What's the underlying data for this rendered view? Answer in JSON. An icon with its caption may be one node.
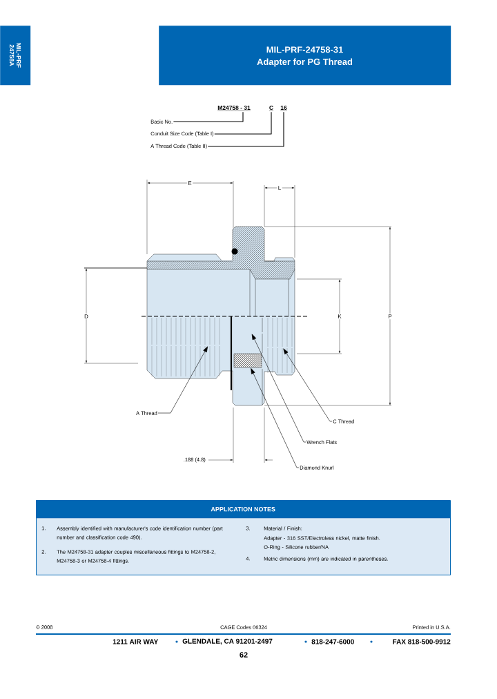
{
  "diagram": {
    "nodes": [
      {
        "text": [
          "MIL-PRF-24758-31",
          "Adapter for PG Thread"
        ]
      },
      {
        "text": [
          "M24758 - 31"
        ]
      },
      {
        "text": [
          "C"
        ]
      },
      {
        "text": [
          "16"
        ]
      },
      {
        "text": [
          "Basic No."
        ]
      },
      {
        "text": [
          "Conduit Size Code (Table I)"
        ]
      },
      {
        "text": [
          "A Thread Code (Table II)"
        ]
      },
      {
        "text": [
          "A Thread"
        ]
      },
      {
        "text": [
          "C Thread"
        ]
      },
      {
        "text": [
          "Wrench Flats"
        ]
      },
      {
        "text": [
          "Diamond Knurl"
        ]
      },
      {
        "text": [
          "APPLICATION NOTES",
          "1.",
          "Assembly identified with manufacturer's code identification number (part number and classification code 490).",
          "2.",
          "The M24758-31 adapter couples miscellaneous fittings to M24758-2, M24758-3 or M24758-4 fittings.",
          "3.",
          "Material / Finish:",
          "Adapter - 316 SST/Electroless nickel, matte finish.",
          "O-Ring - Silicone rubber/NA",
          "4.",
          "Metric dimensions (mm) are indicated in parentheses."
        ]
      },
      {
        "text": [],
        "shape": "picture"
      },
      {
        "text": [],
        "shape": "picture"
      },
      {
        "text": [],
        "shape": "picture"
      },
      {
        "text": [],
        "shape": "picture"
      }
    ],
    "edges": [
      {
        "from": 4,
        "to": 1,
        "arrow": "none"
      },
      {
        "from": 5,
        "to": 2,
        "arrow": "none"
      },
      {
        "from": 6,
        "to": 3,
        "arrow": "none"
      },
      {
        "from": 7,
        "to": 12,
        "arrow": "to"
      },
      {
        "from": 8,
        "to": 13,
        "arrow": "to"
      },
      {
        "from": 9,
        "to": 14,
        "arrow": "to"
      },
      {
        "from": 10,
        "to": 15,
        "arrow": "to"
      }
    ],
    "labels": [
      "MIL-PRF 24758A",
      "E",
      "L",
      "D",
      "K",
      "P",
      ".188 (4.8)",
      "© 2008",
      "CAGE Codes 06324",
      "Printed in U.S.A.",
      "1211 AIR WAY",
      "GLENDALE, CA 91201-2497",
      "818-247-6000",
      "FAX 818-500-9912",
      "62"
    ]
  }
}
